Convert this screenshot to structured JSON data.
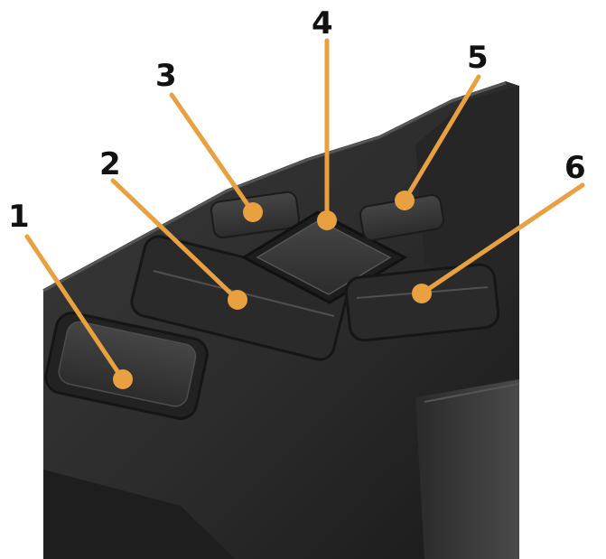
{
  "colors": {
    "callout": "#E8A040",
    "device_body": "#2f2f2f",
    "device_dark": "#1c1c1c",
    "button_face": "#3a3a3a"
  },
  "callouts": [
    {
      "label": "1",
      "target": "button-left-large"
    },
    {
      "label": "2",
      "target": "button-row-left"
    },
    {
      "label": "3",
      "target": "button-top-left"
    },
    {
      "label": "4",
      "target": "button-center-diamond"
    },
    {
      "label": "5",
      "target": "button-top-right"
    },
    {
      "label": "6",
      "target": "button-right"
    }
  ]
}
